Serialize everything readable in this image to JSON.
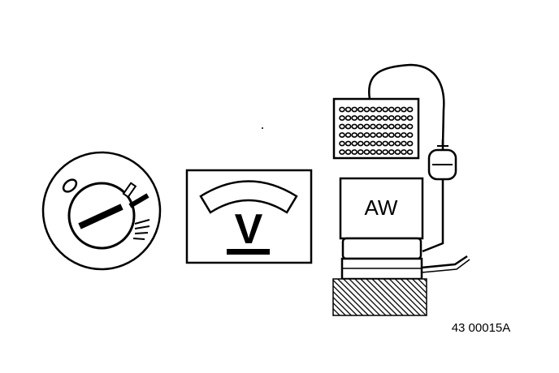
{
  "diagram": {
    "components": [
      {
        "id": "ignition_switch",
        "icon": "ignition-switch-icon"
      },
      {
        "id": "voltmeter",
        "icon": "voltmeter-icon",
        "label": "V"
      },
      {
        "id": "transmission_unit",
        "icon": "transmission-icon",
        "label": "AW"
      }
    ],
    "reference_code": "43 00015A",
    "line_color": "#000000",
    "background_color": "#ffffff"
  }
}
